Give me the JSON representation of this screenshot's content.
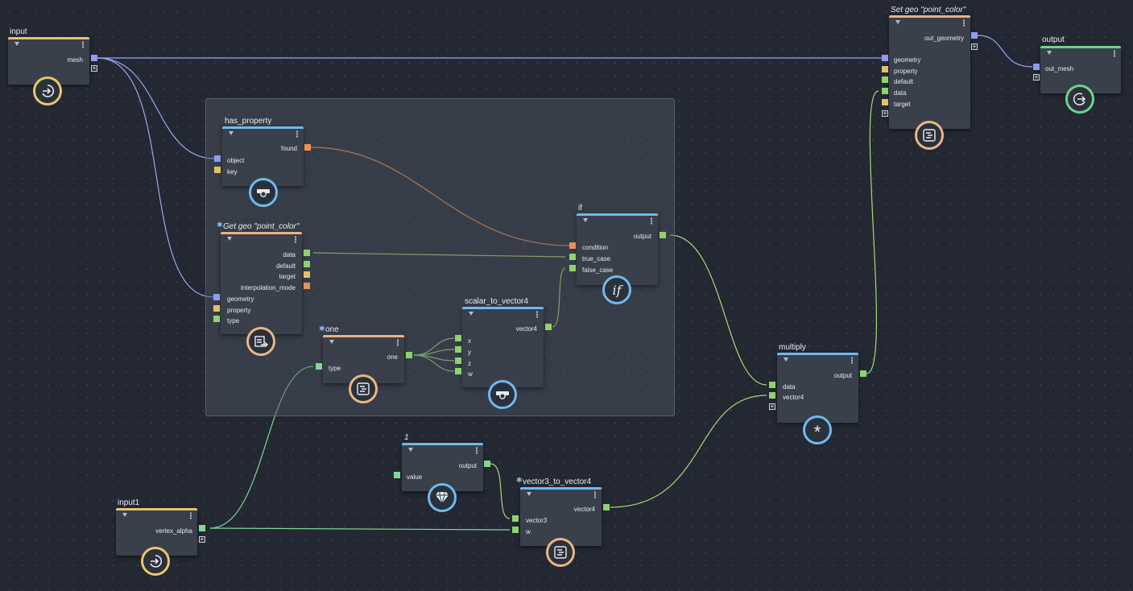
{
  "colors": {
    "background": "#232833",
    "wire_geometry": "#9aa6f0",
    "wire_bool": "#ef8f54",
    "wire_data": "#a6d977",
    "wire_alpha": "#7fd896"
  },
  "nodes": {
    "input": {
      "title": "input",
      "ports": {
        "mesh": "mesh"
      },
      "icon": "input-arrow-icon"
    },
    "set_geo": {
      "title": "Set geo \"point_color\"",
      "ports": {
        "out_geometry": "out_geometry",
        "geometry": "geometry",
        "property": "property",
        "default": "default",
        "data": "data",
        "target": "target"
      },
      "icon": "node-graph-icon"
    },
    "output": {
      "title": "output",
      "ports": {
        "out_mesh": "out_mesh"
      },
      "icon": "output-arrow-icon"
    },
    "has_property": {
      "title": "has_property",
      "ports": {
        "found": "found",
        "object": "object",
        "key": "key"
      },
      "icon": "cast-icon"
    },
    "get_geo": {
      "title": "Get geo \"point_color\"",
      "ports": {
        "data": "data",
        "default": "default",
        "target": "target",
        "interpolation_mode": "interpolation_mode",
        "geometry": "geometry",
        "property": "property",
        "type": "type"
      },
      "icon": "export-doc-icon"
    },
    "if": {
      "title": "if",
      "ports": {
        "output": "output",
        "condition": "condition",
        "true_case": "true_case",
        "false_case": "false_case"
      },
      "icon_text": "if"
    },
    "scalar_to_vector4": {
      "title": "scalar_to_vector4",
      "ports": {
        "vector4": "vector4",
        "x": "x",
        "y": "y",
        "z": "z",
        "w": "w"
      },
      "icon": "cast-icon"
    },
    "one": {
      "title": "one",
      "ports": {
        "one": "one",
        "type": "type"
      },
      "icon": "node-graph-icon"
    },
    "multiply": {
      "title": "multiply",
      "ports": {
        "output": "output",
        "data": "data",
        "vector4": "vector4"
      },
      "icon_text": "*"
    },
    "const1": {
      "title": "1",
      "ports": {
        "output": "output",
        "value": "value"
      },
      "icon": "gem-icon"
    },
    "vector3_to_vector4": {
      "title": "vector3_to_vector4",
      "ports": {
        "vector4": "vector4",
        "vector3": "vector3",
        "w": "w"
      },
      "icon": "node-graph-icon"
    },
    "input1": {
      "title": "input1",
      "ports": {
        "vertex_alpha": "vertex_alpha"
      },
      "icon": "input-arrow-icon"
    }
  }
}
